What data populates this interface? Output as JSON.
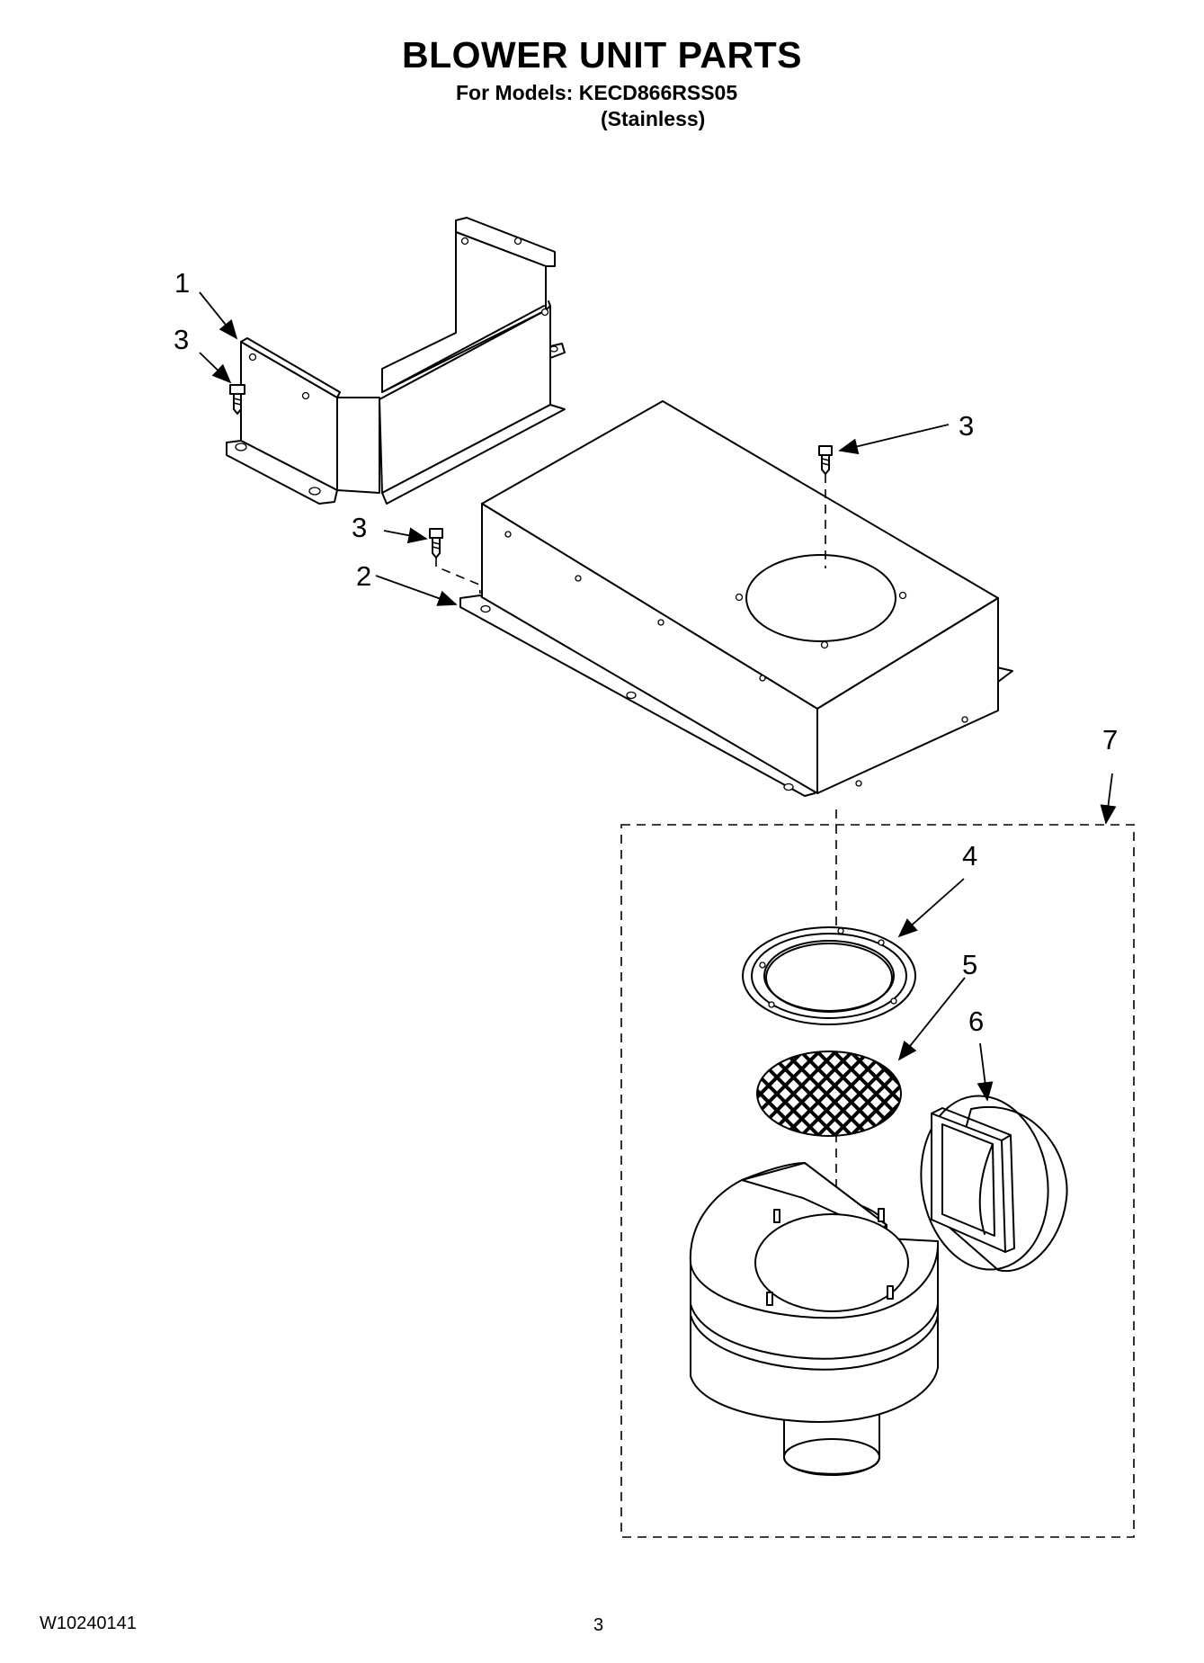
{
  "header": {
    "title": "BLOWER UNIT PARTS",
    "models_line": "For Models: KECD866RSS05",
    "finish": "(Stainless)"
  },
  "callouts": [
    "1",
    "2",
    "3",
    "3",
    "3",
    "4",
    "5",
    "6",
    "7"
  ],
  "footer": {
    "doc_number": "W10240141",
    "page_number": "3"
  }
}
